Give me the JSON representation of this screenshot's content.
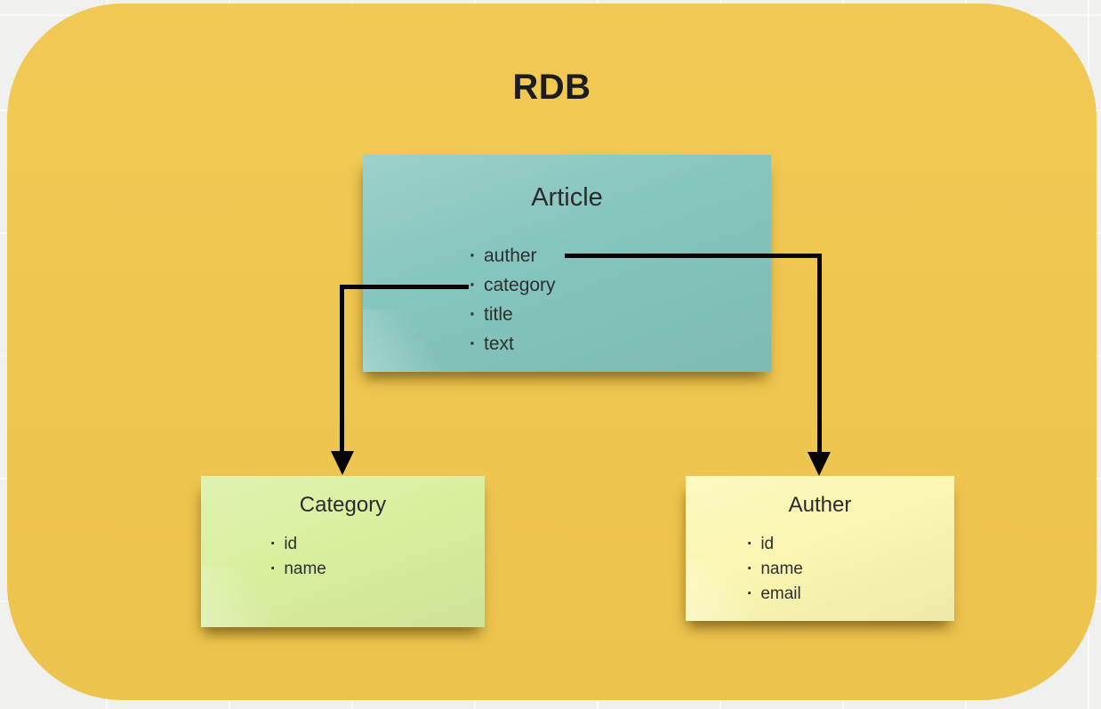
{
  "board": {
    "title": "RDB",
    "background_color": "#f1c74e"
  },
  "bullet": "·",
  "notes": [
    {
      "title": "Article",
      "fields": [
        "auther",
        "category",
        "title",
        "text"
      ],
      "color": "#84c5bd"
    },
    {
      "title": "Category",
      "fields": [
        "id",
        "name"
      ],
      "color": "#d9ef9e"
    },
    {
      "title": "Auther",
      "fields": [
        "id",
        "name",
        "email"
      ],
      "color": "#fbf6b1"
    }
  ],
  "connectors": [
    {
      "from": "Article.auther",
      "to": "Auther",
      "shape": "elbow-right-down",
      "color": "#060606"
    },
    {
      "from": "Article.category",
      "to": "Category",
      "shape": "elbow-left-down",
      "color": "#060606"
    }
  ]
}
